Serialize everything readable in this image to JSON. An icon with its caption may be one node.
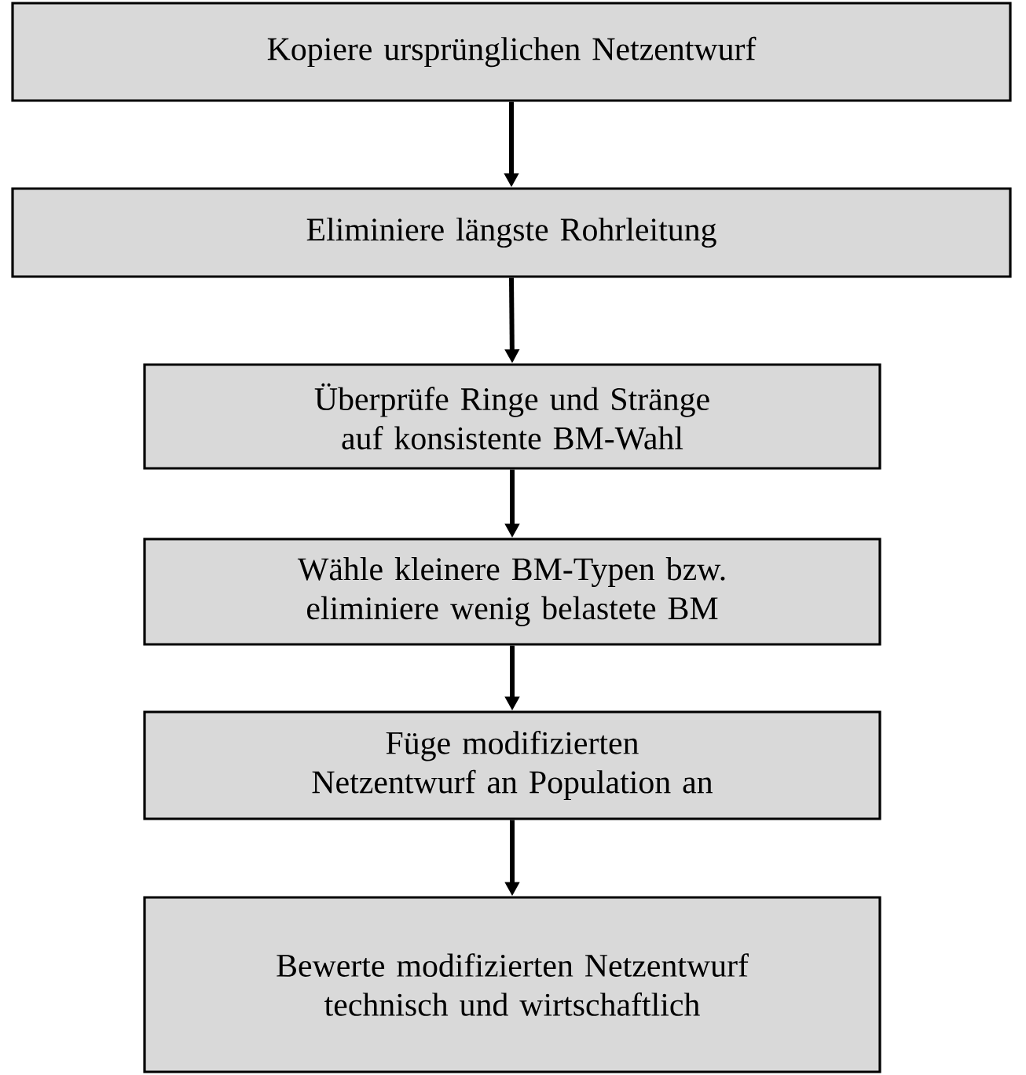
{
  "diagram": {
    "nodes": [
      {
        "text": [
          "Kopiere ursprünglichen Netzentwurf"
        ]
      },
      {
        "text": [
          "Eliminiere längste Rohrleitung"
        ]
      },
      {
        "text": [
          "Überprüfe Ringe und Stränge auf konsistente BM-Wahl"
        ]
      },
      {
        "text": [
          "Wähle kleinere BM-Typen bzw. eliminiere wenig belastete BM"
        ]
      },
      {
        "text": [
          "Füge modifizierten Netzentwurf an Population an"
        ]
      },
      {
        "text": [
          "Bewerte modifizierten Netzentwurf technisch und wirtschaftlich"
        ]
      }
    ],
    "edges": [
      {
        "from": 0,
        "to": 1,
        "arrow": "to"
      },
      {
        "from": 1,
        "to": 2,
        "arrow": "to"
      },
      {
        "from": 2,
        "to": 3,
        "arrow": "to"
      },
      {
        "from": 3,
        "to": 4,
        "arrow": "to"
      },
      {
        "from": 4,
        "to": 5,
        "arrow": "to"
      }
    ]
  }
}
